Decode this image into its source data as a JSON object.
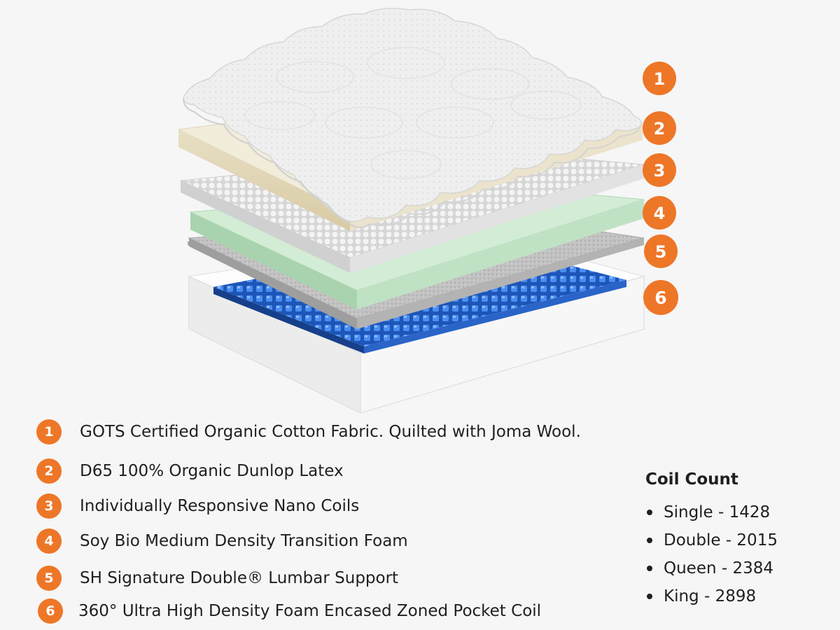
{
  "colors": {
    "accent": "#ee7627",
    "background": "#f6f6f6",
    "text": "#1f1f1f",
    "cover": "#f1f1f1",
    "latex": "#f1ebd9",
    "nano_coils": "#e8e8e8",
    "transition_foam": "#cfe9d2",
    "lumbar_support": "#b9b9b9",
    "pocket_coils": "#2f6fd6",
    "foam_encasement": "#fbfbfb"
  },
  "callouts": [
    "1",
    "2",
    "3",
    "4",
    "5",
    "6"
  ],
  "layers": [
    {
      "number": "1",
      "label": "GOTS Certified Organic Cotton Fabric. Quilted with Joma Wool."
    },
    {
      "number": "2",
      "label": "D65 100% Organic Dunlop Latex"
    },
    {
      "number": "3",
      "label": "Individually Responsive Nano Coils"
    },
    {
      "number": "4",
      "label": "Soy Bio Medium Density Transition Foam"
    },
    {
      "number": "5",
      "label": "SH Signature Double® Lumbar Support"
    },
    {
      "number": "6",
      "label": "360° Ultra High Density Foam Encased Zoned Pocket Coil"
    }
  ],
  "coil_count": {
    "title": "Coil Count",
    "items": [
      "Single - 1428",
      "Double - 2015",
      "Queen - 2384",
      "King - 2898"
    ]
  }
}
